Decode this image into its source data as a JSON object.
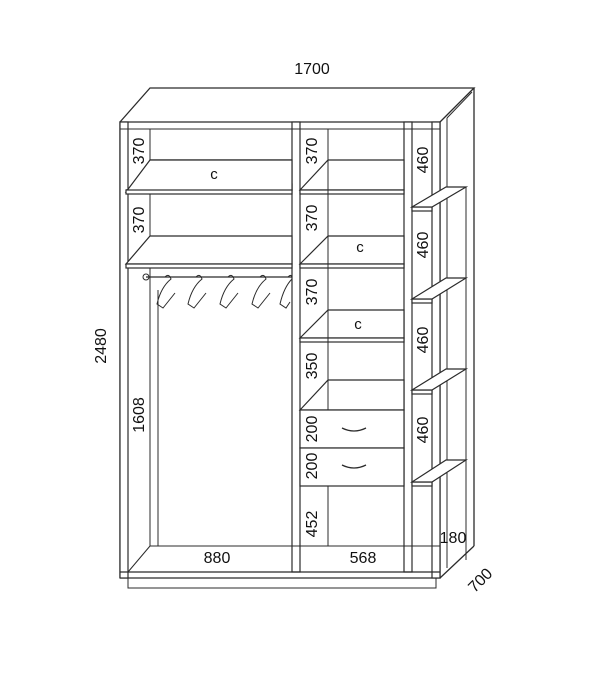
{
  "dimensions": {
    "total_width": "1700",
    "total_height": "2480",
    "depth": "700",
    "left_width": "880",
    "middle_width": "568",
    "right_width": "180",
    "left_col": [
      "370",
      "370",
      "1608"
    ],
    "middle_col": [
      "370",
      "370",
      "370",
      "350",
      "200",
      "200",
      "452"
    ],
    "right_col": [
      "460",
      "460",
      "460",
      "460"
    ]
  },
  "shelf_labels": [
    "c",
    "c",
    "c"
  ]
}
